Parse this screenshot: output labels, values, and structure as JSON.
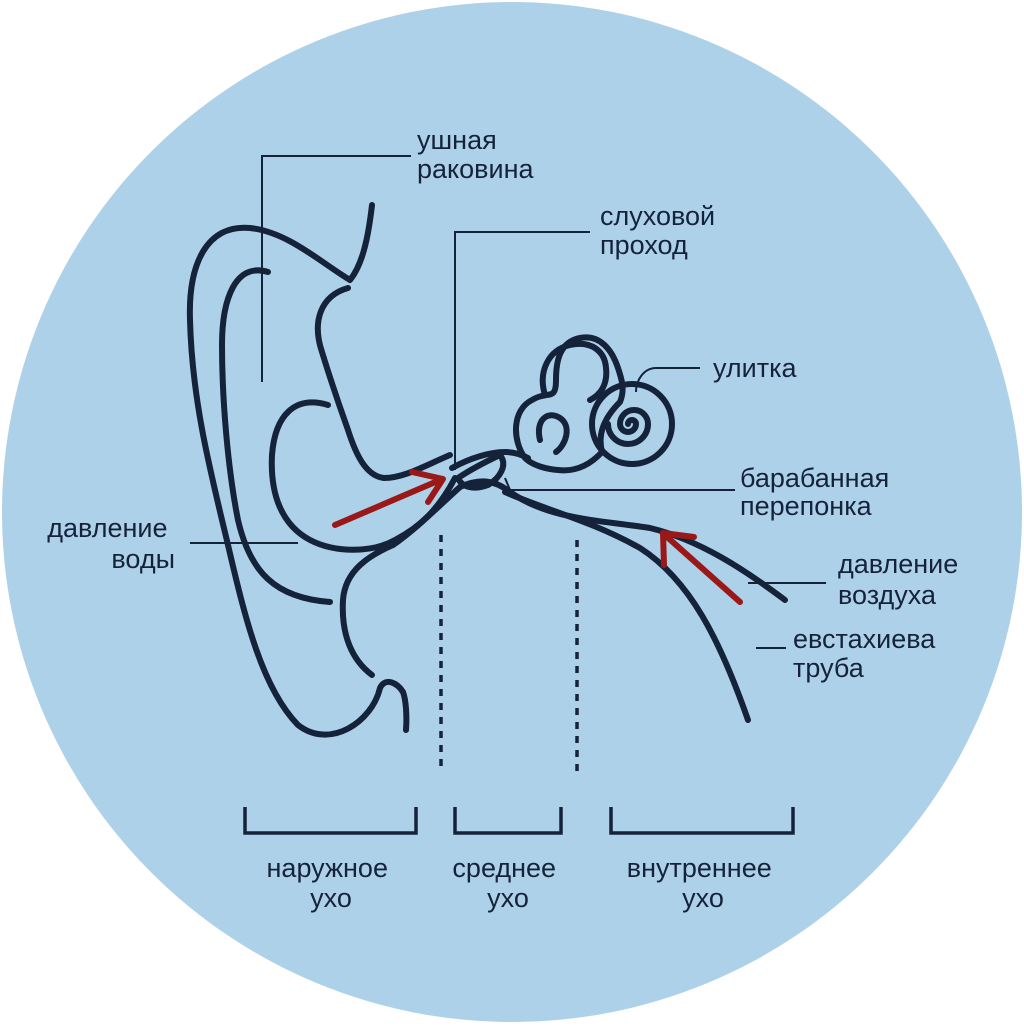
{
  "colors": {
    "background_circle": "#aed1ea",
    "outline": "#15233a",
    "arrow": "#9a1818"
  },
  "labels": {
    "auricle": [
      "ушная",
      "раковина"
    ],
    "ear_canal": [
      "слуховой",
      "проход"
    ],
    "cochlea": [
      "улитка"
    ],
    "eardrum": [
      "барабанная",
      "перепонка"
    ],
    "water_pressure": [
      "давление",
      "воды"
    ],
    "air_pressure": [
      "давление",
      "воздуха"
    ],
    "eustachian_tube": [
      "евстахиева",
      "труба"
    ]
  },
  "sections": [
    {
      "line1": "наружное",
      "line2": "ухо"
    },
    {
      "line1": "среднее",
      "line2": "ухо"
    },
    {
      "line1": "внутреннее",
      "line2": "ухо"
    }
  ]
}
